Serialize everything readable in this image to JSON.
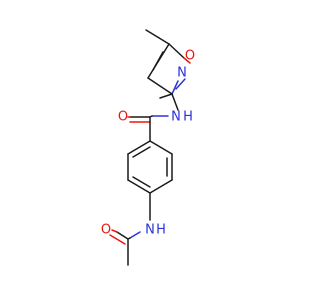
{
  "molecule": {
    "atom_labels": {
      "ring_o": "O",
      "ring_n": "N",
      "amide_o": "O",
      "amide_nh": "N",
      "amide_h": "H",
      "acetamide_nh": "N",
      "acetamide_h": "H",
      "acetamide_o": "O"
    }
  },
  "colors": {
    "bond": "#1a1a1a",
    "oxygen": "#e8170f",
    "nitrogen": "#2a33d6",
    "background": "#ffffff"
  }
}
